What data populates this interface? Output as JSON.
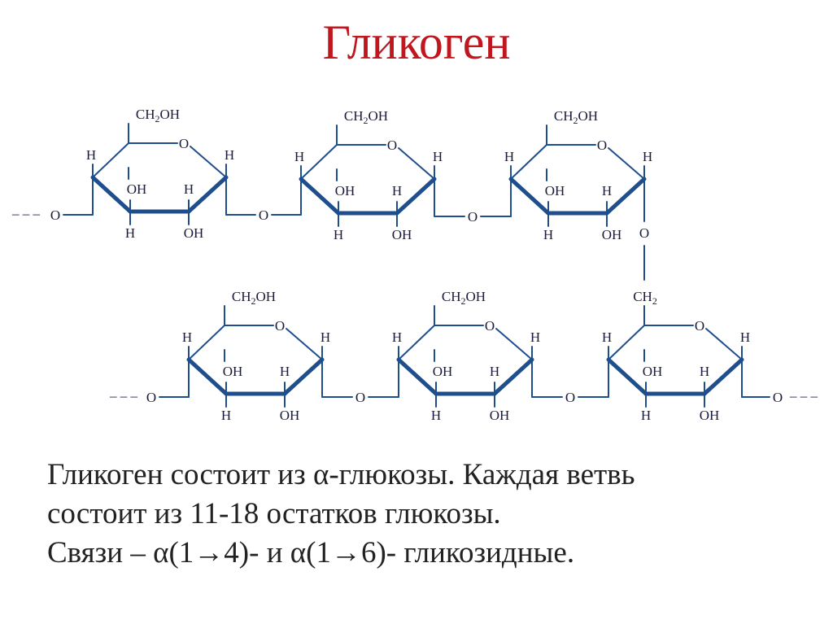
{
  "title": "Гликоген",
  "labels": {
    "ch2oh": "CH2OH",
    "ch2": "CH2",
    "h": "H",
    "oh": "OH",
    "o": "O",
    "dashes": "– – –"
  },
  "body": {
    "line1": "Гликоген состоит из α-глюкозы. Каждая ветвь",
    "line2": "состоит из 11-18 остатков глюкозы.",
    "line3": "Связи – α(1→4)- и α(1→6)- гликозидные."
  },
  "colors": {
    "title": "#c0171e",
    "ring": "#1f4e8c",
    "text": "#1b1b3a"
  }
}
